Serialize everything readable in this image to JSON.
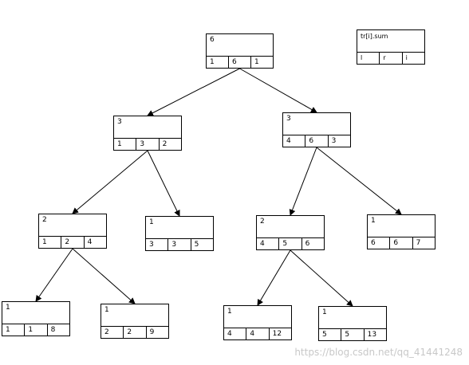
{
  "legend": {
    "header": "tr[i].sum",
    "cells": [
      "l",
      "r",
      "i"
    ]
  },
  "nodes": [
    {
      "id": 1,
      "sum": "6",
      "cells": [
        "1",
        "6",
        "1"
      ]
    },
    {
      "id": 2,
      "sum": "3",
      "cells": [
        "1",
        "3",
        "2"
      ]
    },
    {
      "id": 3,
      "sum": "3",
      "cells": [
        "4",
        "6",
        "3"
      ]
    },
    {
      "id": 4,
      "sum": "2",
      "cells": [
        "1",
        "2",
        "4"
      ]
    },
    {
      "id": 5,
      "sum": "1",
      "cells": [
        "3",
        "3",
        "5"
      ]
    },
    {
      "id": 6,
      "sum": "2",
      "cells": [
        "4",
        "5",
        "6"
      ]
    },
    {
      "id": 7,
      "sum": "1",
      "cells": [
        "6",
        "6",
        "7"
      ]
    },
    {
      "id": 8,
      "sum": "1",
      "cells": [
        "1",
        "1",
        "8"
      ]
    },
    {
      "id": 9,
      "sum": "1",
      "cells": [
        "2",
        "2",
        "9"
      ]
    },
    {
      "id": 12,
      "sum": "1",
      "cells": [
        "4",
        "4",
        "12"
      ]
    },
    {
      "id": 13,
      "sum": "1",
      "cells": [
        "5",
        "5",
        "13"
      ]
    }
  ],
  "edges": [
    [
      1,
      2
    ],
    [
      1,
      3
    ],
    [
      2,
      4
    ],
    [
      2,
      5
    ],
    [
      3,
      6
    ],
    [
      3,
      7
    ],
    [
      4,
      8
    ],
    [
      4,
      9
    ],
    [
      6,
      12
    ],
    [
      6,
      13
    ]
  ],
  "watermark": "https://blog.csdn.net/qq_41441248"
}
